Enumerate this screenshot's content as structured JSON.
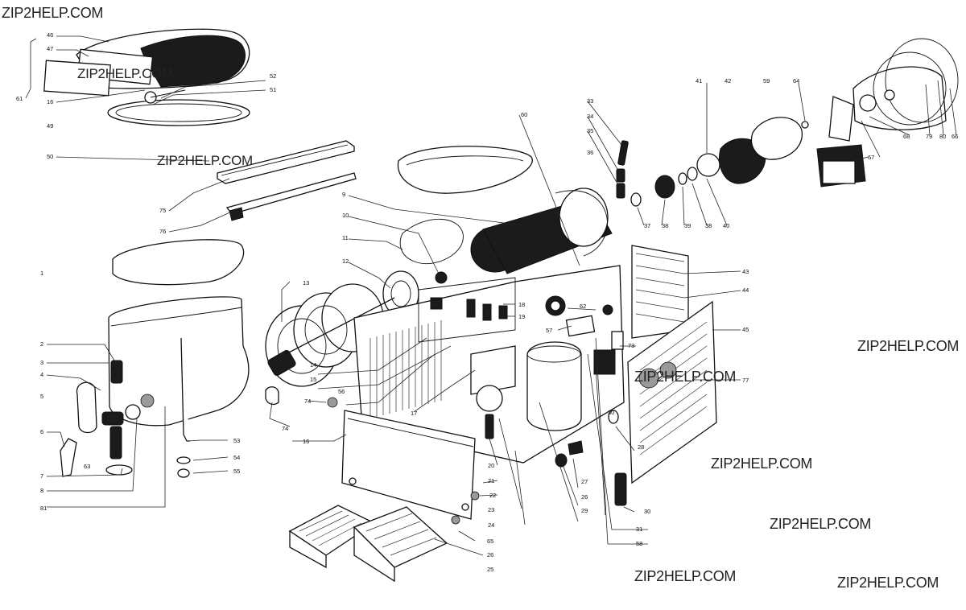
{
  "watermarks": [
    "ZIP2HELP.COM",
    "ZIP2HELP.COM",
    "ZIP2HELP.COM",
    "ZIP2HELP.COM",
    "ZIP2HELP.COM",
    "ZIP2HELP.COM",
    "ZIP2HELP.COM",
    "ZIP2HELP.COM",
    "ZIP2HELP.COM"
  ],
  "callouts": [
    "46",
    "47",
    "61",
    "16",
    "49",
    "50",
    "52",
    "51",
    "75",
    "76",
    "1",
    "2",
    "3",
    "4",
    "5",
    "6",
    "7",
    "8",
    "81",
    "63",
    "13",
    "12",
    "11",
    "10",
    "9",
    "14",
    "15",
    "56",
    "17",
    "18",
    "19",
    "62",
    "57",
    "16",
    "74",
    "74",
    "53",
    "54",
    "55",
    "20",
    "21",
    "22",
    "23",
    "24",
    "65",
    "25",
    "26",
    "27",
    "26",
    "29",
    "28",
    "31",
    "58",
    "30",
    "30",
    "33",
    "34",
    "35",
    "36",
    "37",
    "38",
    "39",
    "38",
    "40",
    "41",
    "42",
    "59",
    "64",
    "60",
    "43",
    "44",
    "45",
    "73",
    "77",
    "68",
    "79",
    "80",
    "66",
    "67"
  ]
}
